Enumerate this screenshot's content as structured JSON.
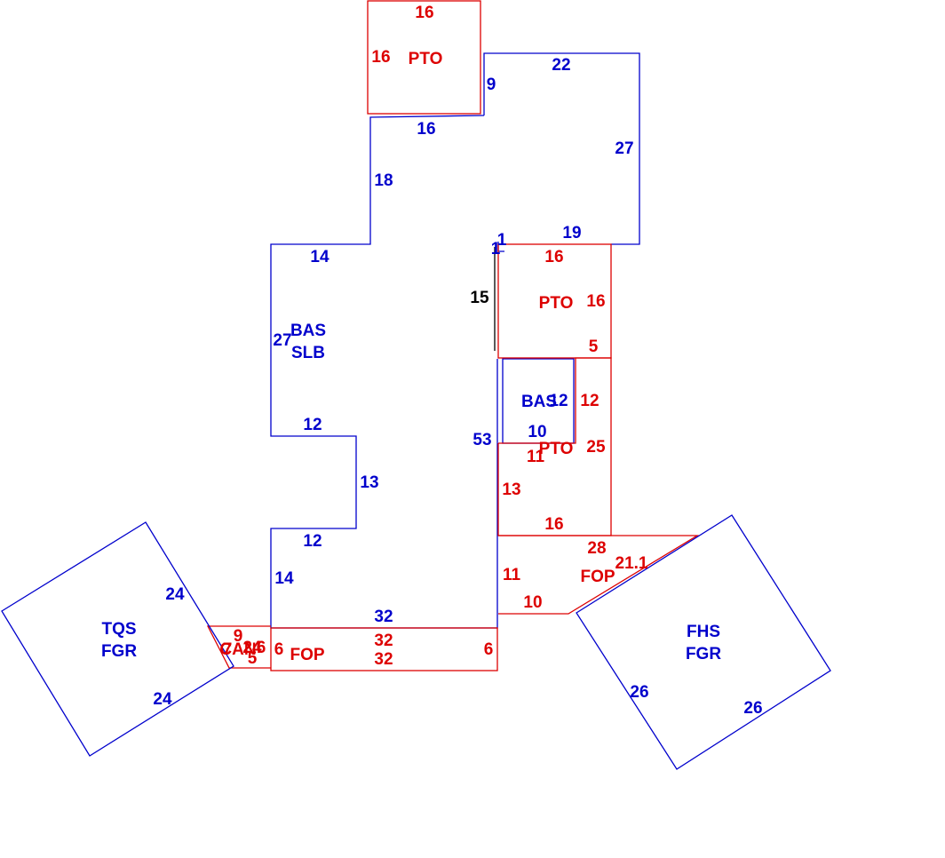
{
  "colors": {
    "building": "#0000cc",
    "addition": "#dd0000",
    "extra": "#000000",
    "background": "#ffffff"
  },
  "pto_top": {
    "code": "PTO",
    "top": "16",
    "left": "16"
  },
  "pto_right": {
    "code": "PTO",
    "top": "16",
    "right": "16",
    "bottom": "5"
  },
  "pto_mid": {
    "code": "PTO",
    "top": "11",
    "left": "13",
    "right": "25",
    "right_inner": "12",
    "bottom": "16"
  },
  "fop_right": {
    "code": "FOP",
    "top": "28",
    "left": "11",
    "bottom": "10",
    "diagonal": "21.1"
  },
  "fop_bottom": {
    "code": "FOP",
    "top": "32",
    "bottom": "32",
    "left": "6",
    "right": "6"
  },
  "can": {
    "code": "CAN",
    "top": "9",
    "right": "6",
    "bottom": "5",
    "left": "7",
    "extra": "24"
  },
  "bas_main": {
    "code_line1": "BAS",
    "code_line2": "SLB",
    "top_right": "22",
    "right_upper": "27",
    "top_notch": "9",
    "upper_bottom": "16",
    "upper_left": "18",
    "step_top": "14",
    "left_upper": "27",
    "notch_top": "12",
    "notch_side": "13",
    "notch_bottom": "12",
    "left_lower": "14",
    "bottom": "32",
    "inner_left": "53",
    "shoulder": "19",
    "jog_a": "1",
    "jog_b": "1"
  },
  "bas_small": {
    "code": "BAS",
    "right": "12",
    "bottom": "10"
  },
  "extra_line": {
    "label": "15"
  },
  "tqs": {
    "code_line1": "TQS",
    "code_line2": "FGR",
    "side_a": "24",
    "side_b": "24"
  },
  "fhs": {
    "code_line1": "FHS",
    "code_line2": "FGR",
    "side_a": "26",
    "side_b": "26"
  }
}
